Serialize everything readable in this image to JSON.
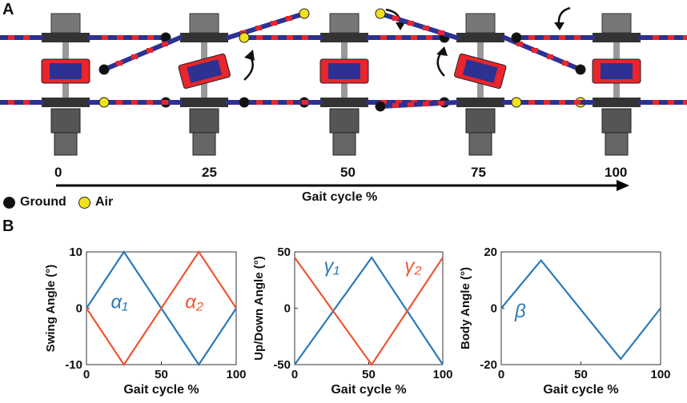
{
  "panel_a": {
    "label": "A",
    "ticks": [
      "0",
      "25",
      "50",
      "75",
      "100"
    ],
    "axis_label": "Gait cycle %",
    "legend": [
      {
        "label": "Ground",
        "color": "#111111"
      },
      {
        "label": "Air",
        "color": "#f2e21b"
      }
    ],
    "colors": {
      "red": "#e8262b",
      "blue": "#2d3192",
      "gray": "#555555"
    }
  },
  "panel_b": {
    "label": "B"
  },
  "chart_data": [
    {
      "type": "line",
      "ylabel": "Swing Angle (°)",
      "xlabel": "Gait cycle %",
      "xlim": [
        0,
        100
      ],
      "ylim": [
        -10,
        10
      ],
      "xticks": [
        "0",
        "50",
        "100"
      ],
      "yticks": [
        "10",
        "0",
        "-10"
      ],
      "series": [
        {
          "name": "α₁",
          "color": "#2a7ab9",
          "x": [
            0,
            25,
            75,
            100
          ],
          "y": [
            0,
            10,
            -10,
            0
          ]
        },
        {
          "name": "α₂",
          "color": "#ee5533",
          "x": [
            0,
            25,
            75,
            100
          ],
          "y": [
            0,
            -10,
            10,
            0
          ]
        }
      ]
    },
    {
      "type": "line",
      "ylabel": "Up/Down Angle (°)",
      "xlabel": "Gait cycle %",
      "xlim": [
        0,
        100
      ],
      "ylim": [
        -50,
        50
      ],
      "xticks": [
        "0",
        "50",
        "100"
      ],
      "yticks": [
        "50",
        "0",
        "-50"
      ],
      "series": [
        {
          "name": "γ₁",
          "color": "#2a7ab9",
          "x": [
            0,
            52,
            100
          ],
          "y": [
            -50,
            45,
            -50
          ]
        },
        {
          "name": "γ₂",
          "color": "#ee5533",
          "x": [
            0,
            52,
            100
          ],
          "y": [
            45,
            -50,
            45
          ]
        }
      ]
    },
    {
      "type": "line",
      "ylabel": "Body Angle (°)",
      "xlabel": "Gait cycle %",
      "xlim": [
        0,
        100
      ],
      "ylim": [
        -20,
        20
      ],
      "xticks": [
        "0",
        "50",
        "100"
      ],
      "yticks": [
        "20",
        "0",
        "-20"
      ],
      "series": [
        {
          "name": "β",
          "color": "#2a7ab9",
          "x": [
            0,
            25,
            75,
            100
          ],
          "y": [
            0,
            17,
            -18,
            0
          ]
        }
      ]
    }
  ]
}
